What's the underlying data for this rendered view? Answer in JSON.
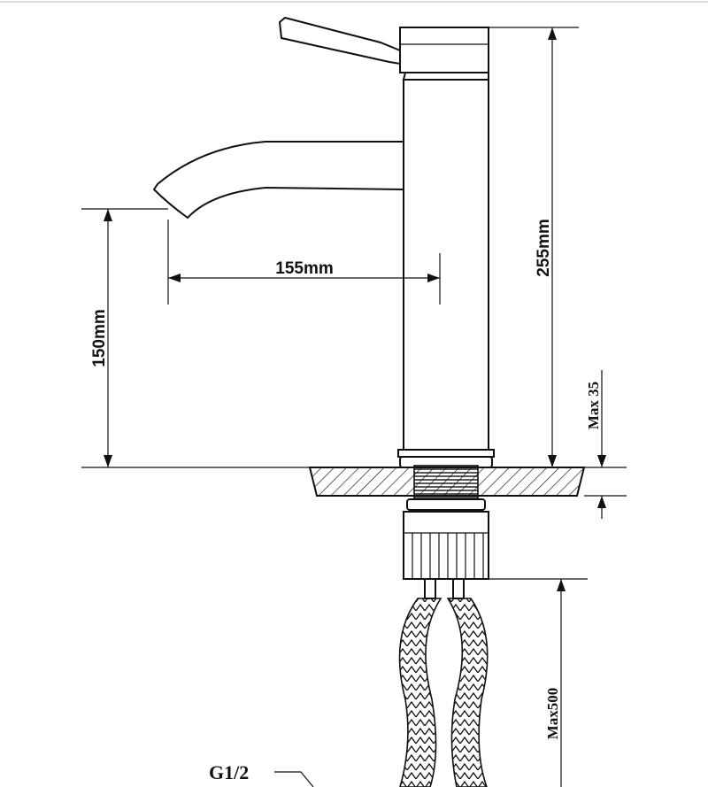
{
  "drawing": {
    "dimensions": {
      "spout_height": "150mm",
      "spout_reach": "155mm",
      "total_height": "255mm",
      "deck_thickness": "Max 35",
      "hose_length": "Max500"
    },
    "connection": "G1/2"
  }
}
